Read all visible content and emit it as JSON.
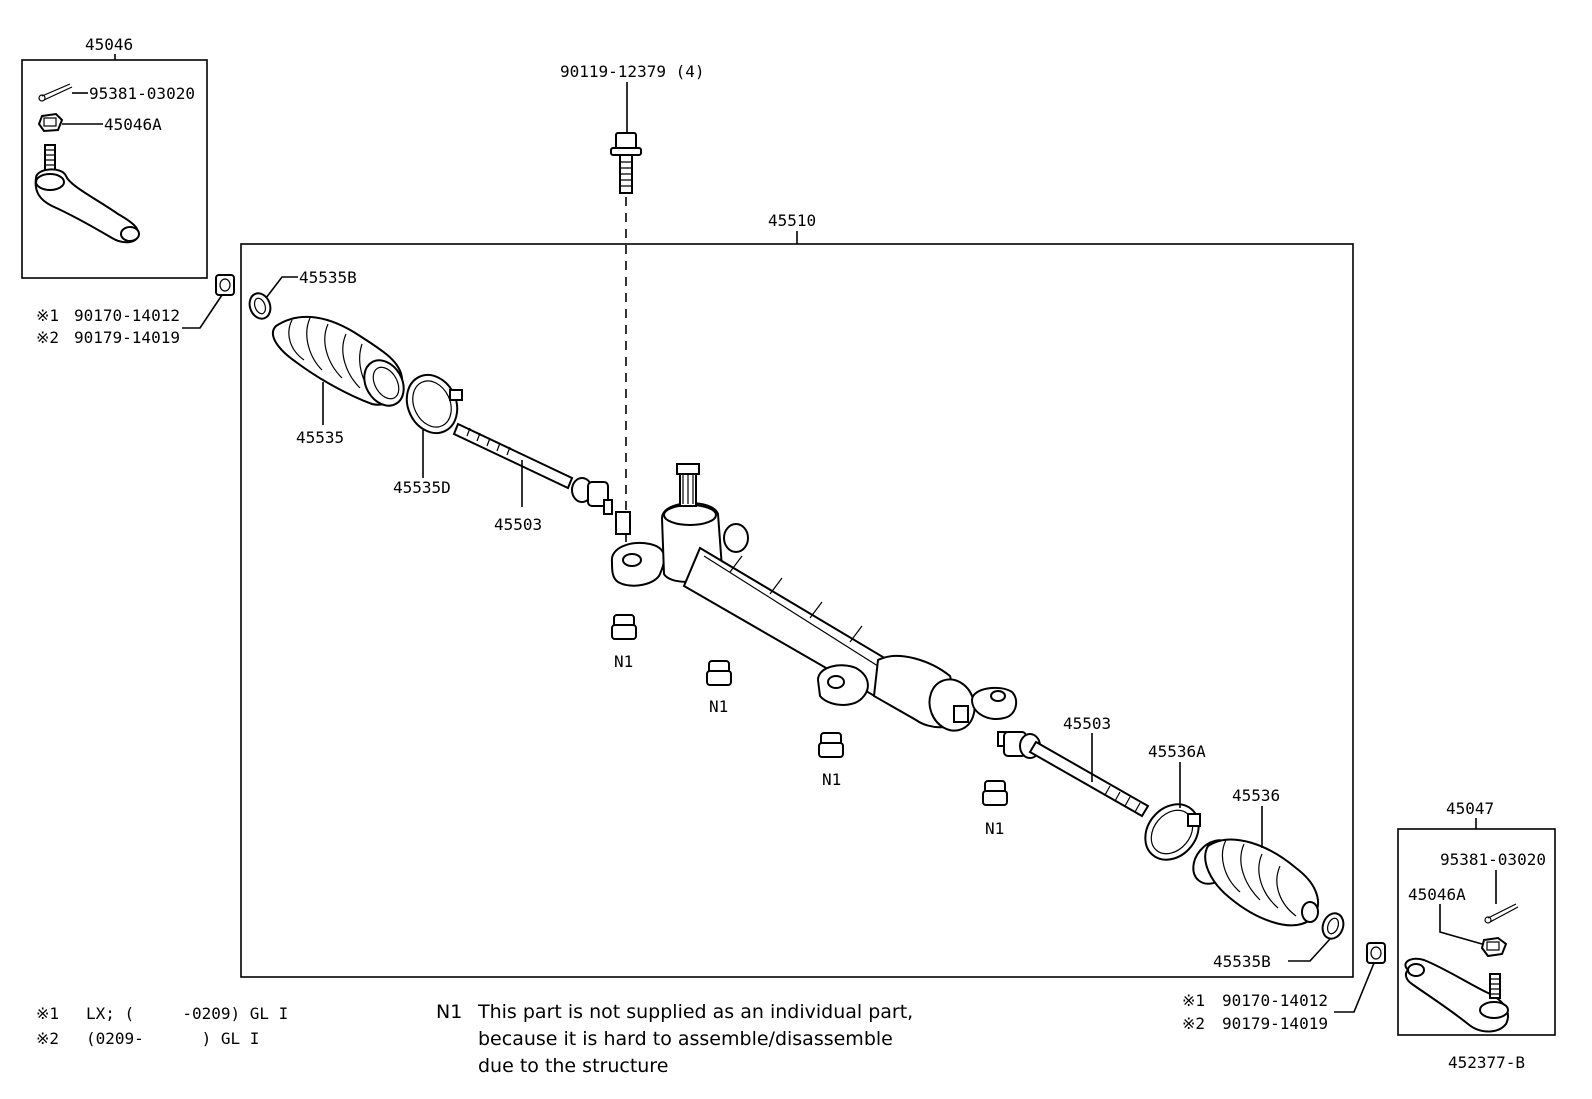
{
  "frame_labels": {
    "assembly": "45510",
    "left_end": "45046",
    "right_end": "45047"
  },
  "labels": {
    "bolt": "90119-12379 (4)",
    "cotter_l": "95381-03020",
    "nut_l": "45046A",
    "clip_l": "45535B",
    "boot_l": "45535",
    "clamp_l": "45535D",
    "rod_l": "45503",
    "rod_r": "45503",
    "clamp_r": "45536A",
    "boot_r": "45536",
    "clip_r": "45535B",
    "cotter_r": "95381-03020",
    "nut_r": "45046A",
    "n1_a": "N1",
    "n1_b": "N1",
    "n1_c": "N1",
    "n1_d": "N1",
    "diagram_id": "452377-B"
  },
  "nut_notes_left": {
    "line1_mark": "※1",
    "line1_part": "90170-14012",
    "line2_mark": "※2",
    "line2_part": "90179-14019"
  },
  "nut_notes_right": {
    "line1_mark": "※1",
    "line1_part": "90170-14012",
    "line2_mark": "※2",
    "line2_part": "90179-14019"
  },
  "footnotes": {
    "note1_mark": "※1",
    "note1_text": "LX; (     -0209) GL I",
    "note2_mark": "※2",
    "note2_text": "(0209-      ) GL I",
    "n1_mark": "N1",
    "n1_line1": "This part is not supplied as an individual part,",
    "n1_line2": "because it is hard to assemble/disassemble",
    "n1_line3": "due to the structure"
  },
  "icons": [
    "cotter-pin-icon",
    "castle-nut-icon",
    "tie-rod-end-icon",
    "flange-bolt-icon",
    "boot-clip-icon",
    "bellows-boot-icon",
    "boot-clamp-icon",
    "inner-tie-rod-icon",
    "steering-rack-housing-icon",
    "bushing-icon",
    "lock-nut-icon"
  ]
}
